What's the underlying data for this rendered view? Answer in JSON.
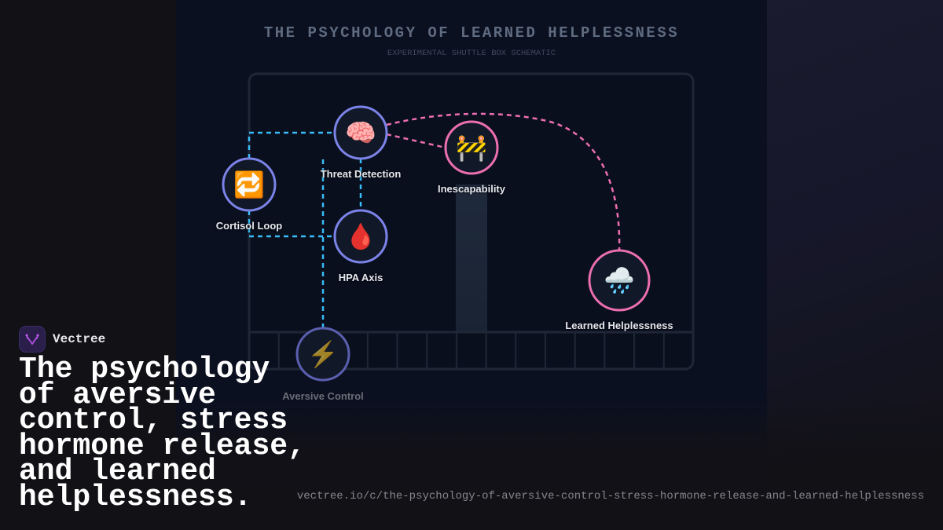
{
  "diagram": {
    "title": "THE PSYCHOLOGY OF LEARNED HELPLESSNESS",
    "subtitle": "EXPERIMENTAL SHUTTLE BOX SCHEMATIC",
    "nodes": [
      {
        "id": "threat",
        "label": "Threat Detection",
        "icon": "brain-icon",
        "glyph": "🧠",
        "color": "#7b83e8"
      },
      {
        "id": "cortisol",
        "label": "Cortisol Loop",
        "icon": "repeat-icon",
        "glyph": "🔁",
        "color": "#7b83e8"
      },
      {
        "id": "hpa",
        "label": "HPA Axis",
        "icon": "blood-drop-icon",
        "glyph": "🩸",
        "color": "#7b83e8"
      },
      {
        "id": "inescapability",
        "label": "Inescapability",
        "icon": "barrier-icon",
        "glyph": "🚧",
        "color": "#ec6fb0"
      },
      {
        "id": "helplessness",
        "label": "Learned Helplessness",
        "icon": "rain-cloud-icon",
        "glyph": "🌧️",
        "color": "#ec6fb0"
      },
      {
        "id": "aversive",
        "label": "Aversive Control",
        "icon": "lightning-icon",
        "glyph": "⚡",
        "color": "#5b5fb0"
      }
    ],
    "colors": {
      "blue_link": "#38bdf8",
      "pink_link": "#ec6fb0"
    }
  },
  "brand": {
    "name": "Vectree"
  },
  "headline": "The psychology of aversive control, stress hormone release, and learned helplessness.",
  "url": "vectree.io/c/the-psychology-of-aversive-control-stress-hormone-release-and-learned-helplessness"
}
